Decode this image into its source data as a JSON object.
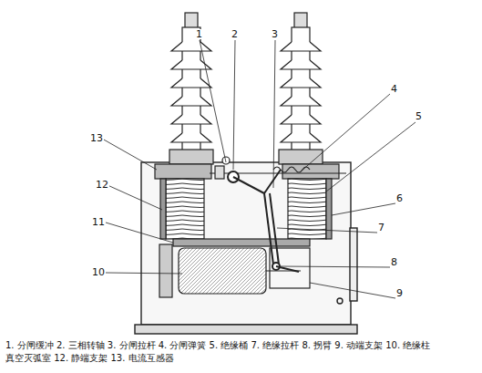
{
  "diagram": {
    "caption": "1. 分闸缓冲 2. 三相转轴 3. 分闸拉杆 4. 分闸弹簧 5. 绝缘桶 7. 绝缘拉杆 8. 拐臂 9. 动端支架 10. 绝缘柱 真空灭弧室 12. 静端支架 13. 电流互感器",
    "labels": [
      "1",
      "2",
      "3",
      "4",
      "5",
      "6",
      "7",
      "8",
      "9",
      "10",
      "11",
      "12",
      "13"
    ]
  }
}
